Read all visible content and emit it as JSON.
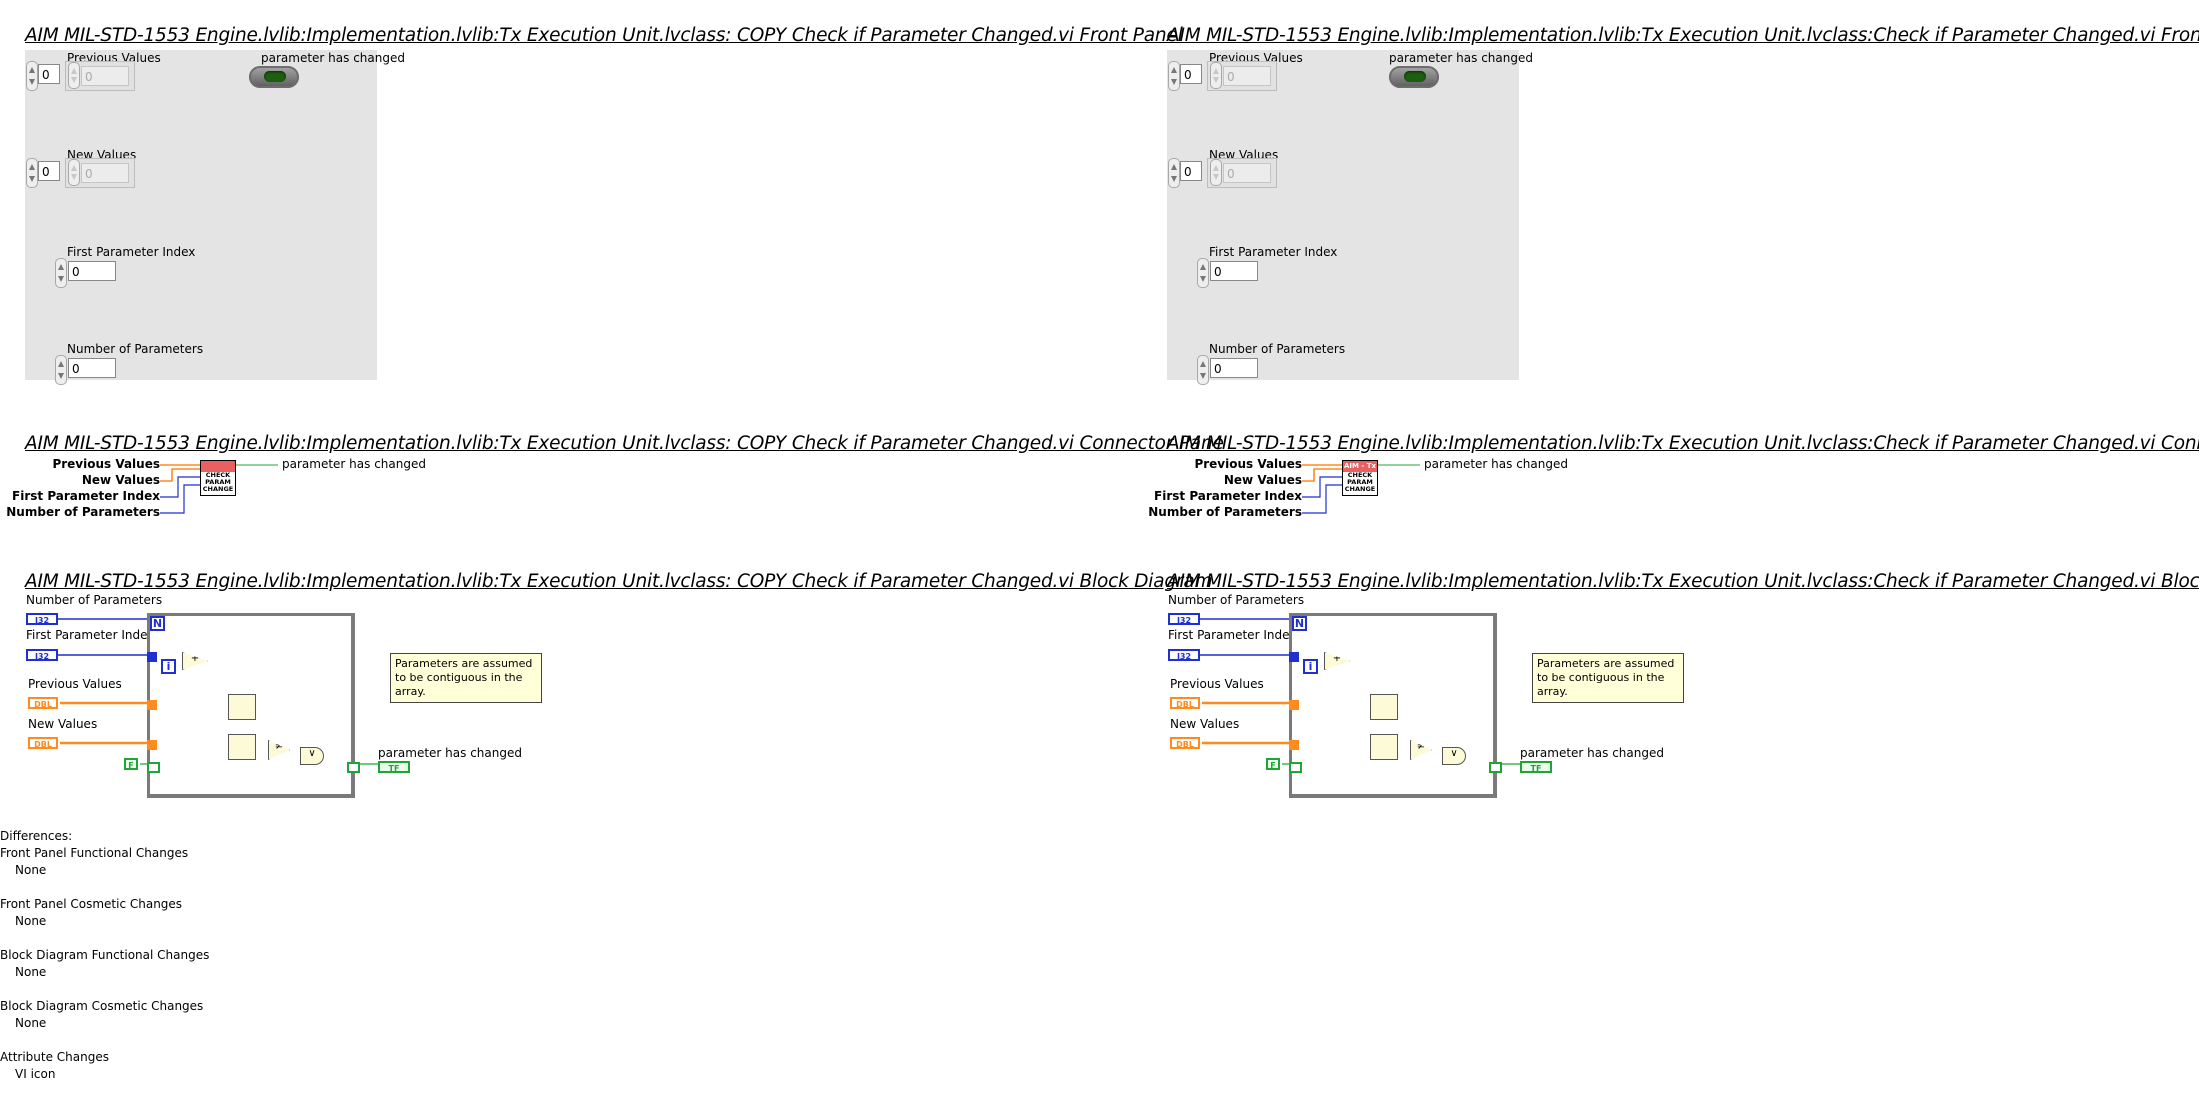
{
  "left": {
    "fp_title": "AIM MIL-STD-1553 Engine.lvlib:Implementation.lvlib:Tx Execution Unit.lvclass:  COPY  Check if Parameter Changed.vi Front Panel",
    "cp_title": "AIM MIL-STD-1553 Engine.lvlib:Implementation.lvlib:Tx Execution Unit.lvclass:  COPY  Check if Parameter Changed.vi Connector Pane",
    "bd_title": "AIM MIL-STD-1553 Engine.lvlib:Implementation.lvlib:Tx Execution Unit.lvclass:  COPY  Check if Parameter Changed.vi Block Diagram",
    "icon_band": "",
    "icon_text": "CHECK PARAM CHANGE"
  },
  "right": {
    "fp_title": "AIM MIL-STD-1553 Engine.lvlib:Implementation.lvlib:Tx Execution Unit.lvclass:Check if Parameter Changed.vi Front Panel",
    "cp_title": "AIM MIL-STD-1553 Engine.lvlib:Implementation.lvlib:Tx Execution Unit.lvclass:Check if Parameter Changed.vi Connector Pane",
    "bd_title": "AIM MIL-STD-1553 Engine.lvlib:Implementation.lvlib:Tx Execution Unit.lvclass:Check if Parameter Changed.vi Block Diagram",
    "icon_band": "AIM - Tx",
    "icon_text": "CHECK PARAM CHANGE"
  },
  "front_panel": {
    "previous_values": "Previous Values",
    "new_values": "New Values",
    "first_parameter_index": "First Parameter Index",
    "number_of_parameters": "Number of Parameters",
    "parameter_has_changed": "parameter has changed",
    "index_value": "0",
    "element_value": "0",
    "control_value": "0"
  },
  "connector_pane": {
    "inputs": [
      "Previous Values",
      "New Values",
      "First Parameter Index",
      "Number of Parameters"
    ],
    "output": "parameter has changed"
  },
  "block_diagram": {
    "labels": {
      "number_of_parameters": "Number of Parameters",
      "first_parameter_index": "First Parameter Index",
      "previous_values": "Previous Values",
      "new_values": "New Values",
      "parameter_has_changed": "parameter has changed"
    },
    "terminals": {
      "i32": "I32",
      "dbl": "DBL",
      "bool": "TF",
      "false_const": "F",
      "count": "N",
      "iteration": "i",
      "add": "+",
      "not_equal": "≠",
      "or": "∨"
    },
    "comment": "Parameters are assumed to be contiguous in the array."
  },
  "differences": {
    "heading": "Differences:",
    "sections": [
      {
        "title": "Front Panel Functional Changes",
        "value": "None"
      },
      {
        "title": "Front Panel Cosmetic Changes",
        "value": "None"
      },
      {
        "title": "Block Diagram Functional Changes",
        "value": "None"
      },
      {
        "title": "Block Diagram Cosmetic Changes",
        "value": "None"
      },
      {
        "title": "Attribute Changes",
        "value": "VI icon"
      }
    ]
  },
  "colors": {
    "panel_bg": "#e4e4e4",
    "i32_blue": "#1f2fd0",
    "dbl_orange": "#ff8a1e",
    "bool_green": "#21a33a",
    "comment_bg": "#ffffd8",
    "icon_red": "#e86060"
  }
}
